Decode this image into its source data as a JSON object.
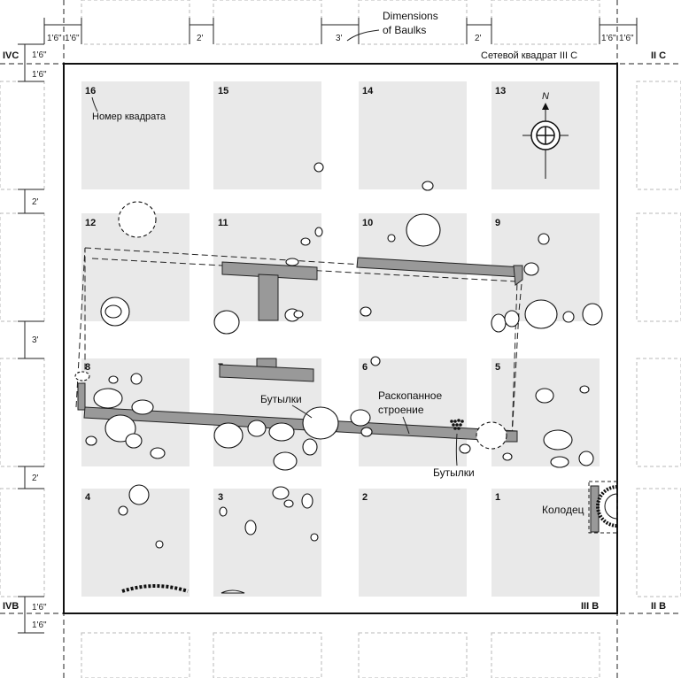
{
  "title_dimensions": "Dimensions",
  "title_baulks": "of Baulks",
  "grid_labels": {
    "ivc": "IVC",
    "ivb": "IVB",
    "iic": "II C",
    "iib": "II B",
    "iiic": "Сетевой квадрат  III C",
    "iiib": "III B"
  },
  "dimensions": {
    "a": "1'6\"",
    "b": "2'",
    "c": "3'"
  },
  "square_numbers": [
    "16",
    "15",
    "14",
    "13",
    "12",
    "11",
    "10",
    "9",
    "8",
    "7",
    "6",
    "5",
    "4",
    "3",
    "2",
    "1"
  ],
  "annotations": {
    "square_number": "Номер квадрата",
    "bottles_1": "Бутылки",
    "bottles_2": "Бутылки",
    "excavated_1": "Раскопанное",
    "excavated_2": "строение",
    "well": "Колодец",
    "north": "N"
  }
}
